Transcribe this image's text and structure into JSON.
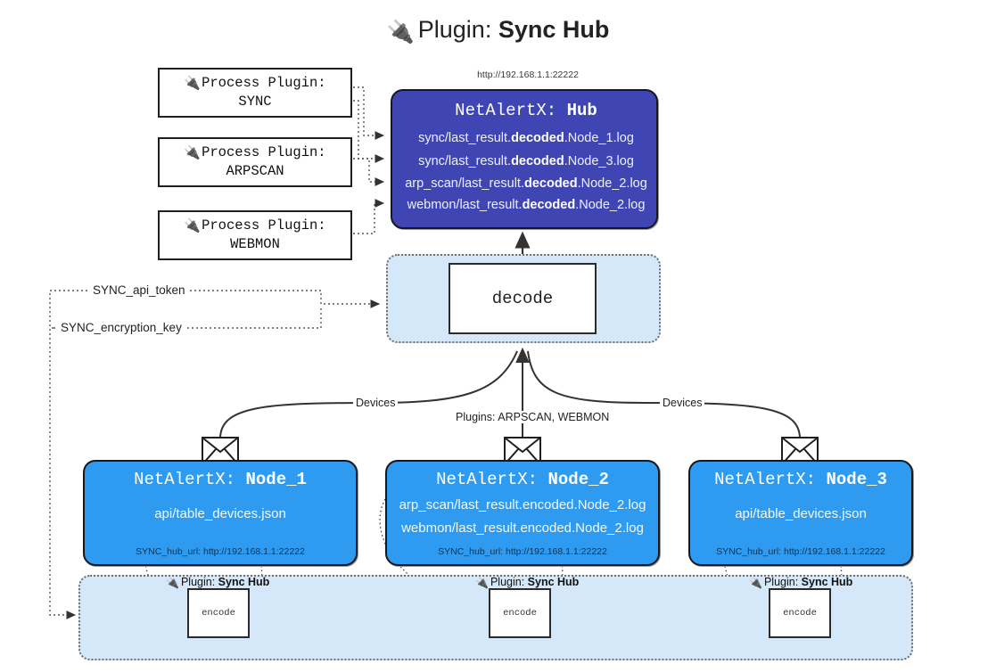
{
  "title": {
    "icon": "plug-icon",
    "prefix": "Plugin:",
    "name": "Sync Hub"
  },
  "hub": {
    "url": "http://192.168.1.1:22222",
    "app": "NetAlertX:",
    "name": "Hub",
    "logs": [
      {
        "pre": "sync/last_result.",
        "mid": "decoded",
        "post": ".Node_1.log"
      },
      {
        "pre": "sync/last_result.",
        "mid": "decoded",
        "post": ".Node_3.log"
      },
      {
        "pre": "arp_scan/last_result.",
        "mid": "decoded",
        "post": ".Node_2.log"
      },
      {
        "pre": "webmon/last_result.",
        "mid": "decoded",
        "post": ".Node_2.log"
      }
    ]
  },
  "process_plugins": [
    {
      "icon": "plug-icon",
      "line1": "Process Plugin:",
      "line2": "SYNC"
    },
    {
      "icon": "plug-icon",
      "line1": "Process Plugin:",
      "line2": "ARPSCAN"
    },
    {
      "icon": "plug-icon",
      "line1": "Process Plugin:",
      "line2": "WEBMON"
    }
  ],
  "decode": {
    "label": "decode"
  },
  "config": {
    "api_token": "SYNC_api_token",
    "encryption_key": "SYNC_encryption_key"
  },
  "edge_labels": {
    "devices_left": "Devices",
    "plugins_center": "Plugins: ARPSCAN, WEBMON",
    "devices_right": "Devices"
  },
  "nodes": [
    {
      "app": "NetAlertX:",
      "name": "Node_1",
      "lines": [
        "api/table_devices.json"
      ],
      "config": "SYNC_hub_url: http://192.168.1.1:22222",
      "icon": "envelope-icon"
    },
    {
      "app": "NetAlertX:",
      "name": "Node_2",
      "lines": [
        "arp_scan/last_result.encoded.Node_2.log",
        "webmon/last_result.encoded.Node_2.log"
      ],
      "config": "SYNC_hub_url: http://192.168.1.1:22222",
      "icon": "envelope-icon"
    },
    {
      "app": "NetAlertX:",
      "name": "Node_3",
      "lines": [
        "api/table_devices.json"
      ],
      "config": "SYNC_hub_url: http://192.168.1.1:22222",
      "icon": "envelope-icon"
    }
  ],
  "plugin_band": [
    {
      "icon": "plug-icon",
      "prefix": "Plugin:",
      "name": "Sync Hub",
      "box": "encode"
    },
    {
      "icon": "plug-icon",
      "prefix": "Plugin:",
      "name": "Sync Hub",
      "box": "encode"
    },
    {
      "icon": "plug-icon",
      "prefix": "Plugin:",
      "name": "Sync Hub",
      "box": "encode"
    }
  ],
  "colors": {
    "hub": "#3f46b4",
    "node": "#2f9bf0",
    "group": "#d4e8fa",
    "stroke": "#2b2b2b"
  }
}
